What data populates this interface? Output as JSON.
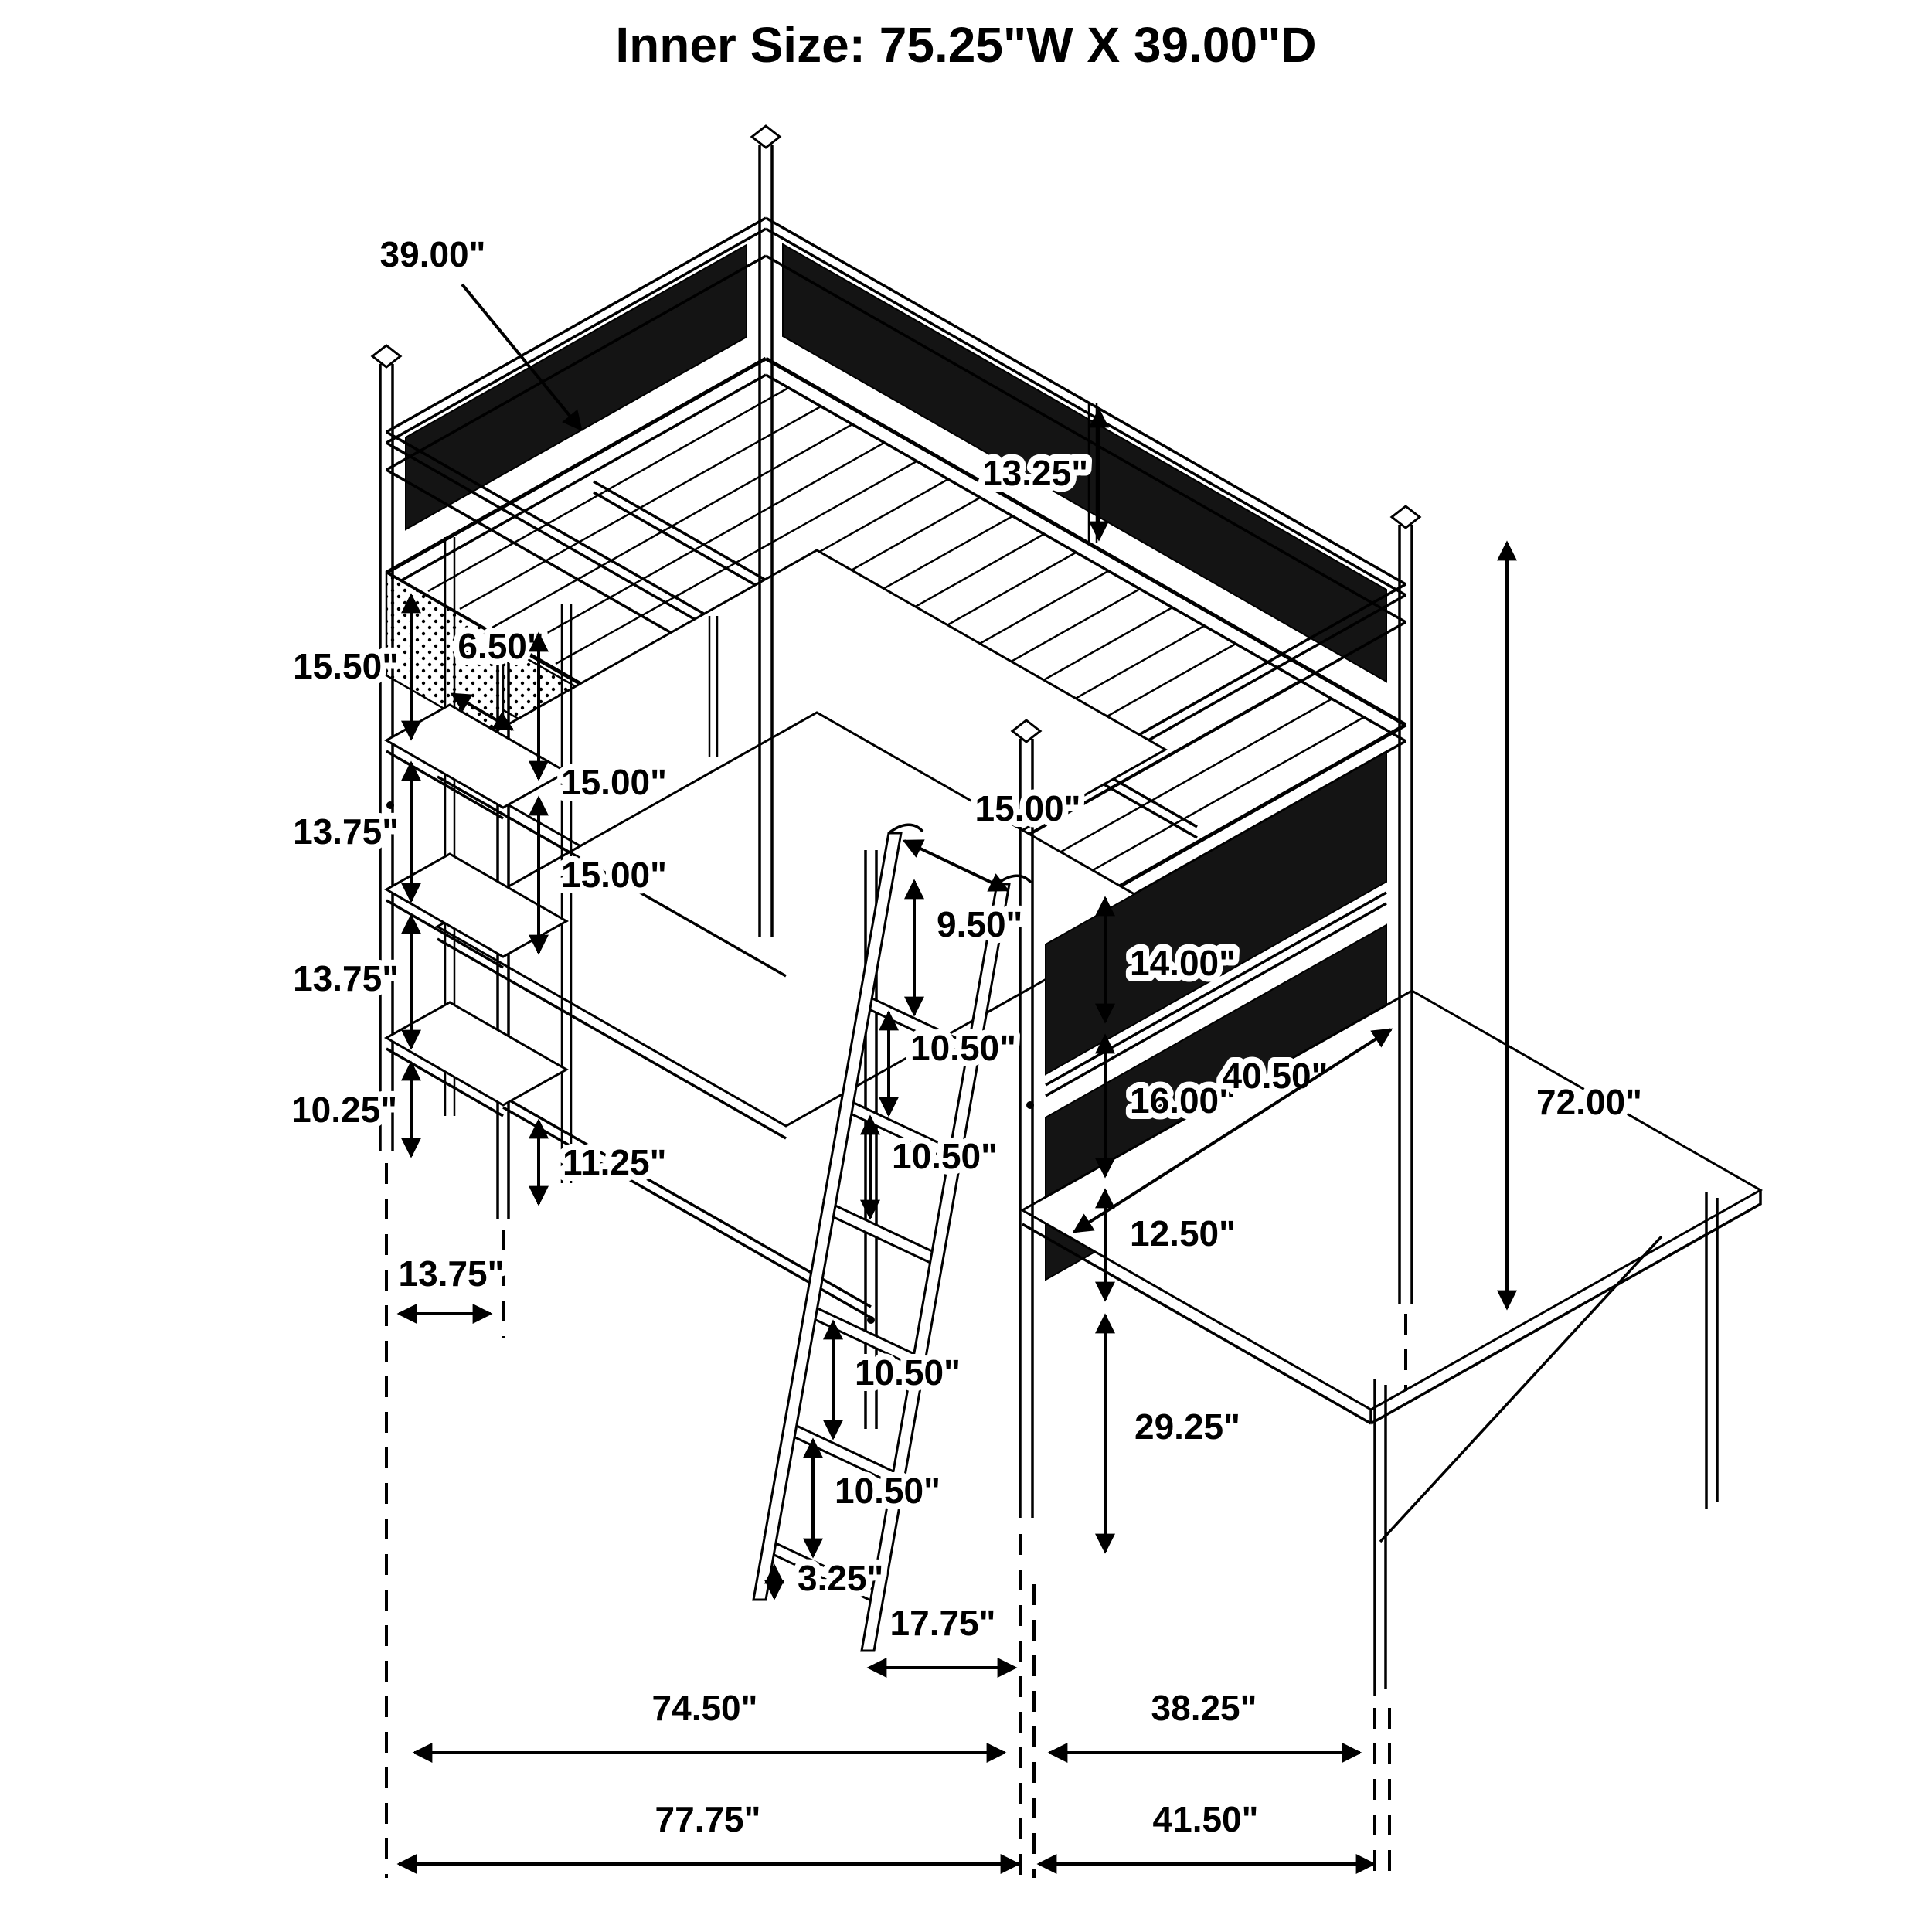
{
  "title": "Inner Size: 75.25\"W X 39.00\"D",
  "dims": {
    "d39": {
      "label": "39.00\""
    },
    "d1325": {
      "label": "13.25\""
    },
    "d1550": {
      "label": "15.50\""
    },
    "d650": {
      "label": "6.50\""
    },
    "d1375a": {
      "label": "13.75\""
    },
    "d1375b": {
      "label": "13.75\""
    },
    "d1025": {
      "label": "10.25\""
    },
    "d1500a": {
      "label": "15.00\""
    },
    "d1500b": {
      "label": "15.00\""
    },
    "d1500c": {
      "label": "15.00\""
    },
    "d1125": {
      "label": "11.25\""
    },
    "d950": {
      "label": "9.50\""
    },
    "d1050a": {
      "label": "10.50\""
    },
    "d1050b": {
      "label": "10.50\""
    },
    "d1050c": {
      "label": "10.50\""
    },
    "d1050d": {
      "label": "10.50\""
    },
    "d325": {
      "label": "3.25\""
    },
    "d1775": {
      "label": "17.75\""
    },
    "d1400": {
      "label": "14.00\""
    },
    "d1600": {
      "label": "16.00\""
    },
    "d1250": {
      "label": "12.50\""
    },
    "d2925": {
      "label": "29.25\""
    },
    "d4050": {
      "label": "40.50\""
    },
    "d7200": {
      "label": "72.00\""
    },
    "d1375h": {
      "label": "13.75\""
    },
    "d7450": {
      "label": "74.50\""
    },
    "d7775": {
      "label": "77.75\""
    },
    "d3825": {
      "label": "38.25\""
    },
    "d4150": {
      "label": "41.50\""
    }
  }
}
